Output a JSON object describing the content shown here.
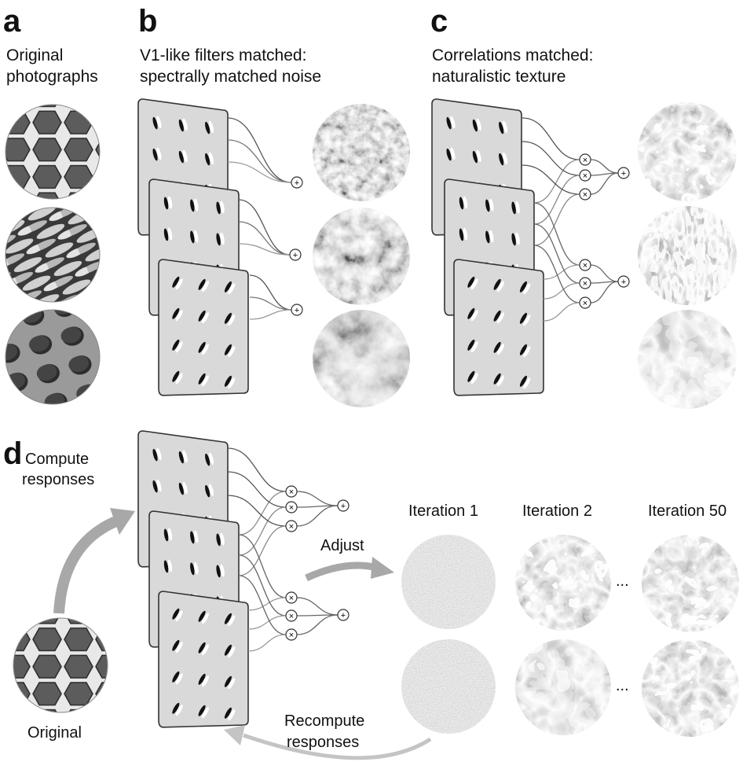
{
  "panels": {
    "a": {
      "letter": "a",
      "caption_line1": "Original",
      "caption_line2": "photographs",
      "images": [
        "honeycomb",
        "seeds",
        "holes"
      ]
    },
    "b": {
      "letter": "b",
      "caption_line1": "V1-like filters matched:",
      "caption_line2": "spectrally matched noise",
      "images": [
        "noise-fine",
        "noise-medium",
        "noise-coarse"
      ]
    },
    "c": {
      "letter": "c",
      "caption_line1": "Correlations matched:",
      "caption_line2": "naturalistic texture",
      "images": [
        "texture-honeycomb",
        "texture-seeds",
        "texture-holes"
      ]
    },
    "d": {
      "letter": "d",
      "compute_line1": "Compute",
      "compute_line2": "responses",
      "adjust": "Adjust",
      "recompute_line1": "Recompute",
      "recompute_line2": "responses",
      "original": "Original",
      "iterations": [
        "Iteration 1",
        "Iteration 2",
        "Iteration 50"
      ],
      "ellipsis": "..."
    }
  },
  "symbols": {
    "sum": "+",
    "product": "×"
  },
  "colors": {
    "card_fill": "#d9d9d9",
    "card_stroke": "#333333",
    "arrow": "#a8a8a8",
    "wire": "#777777",
    "ink": "#111111"
  }
}
